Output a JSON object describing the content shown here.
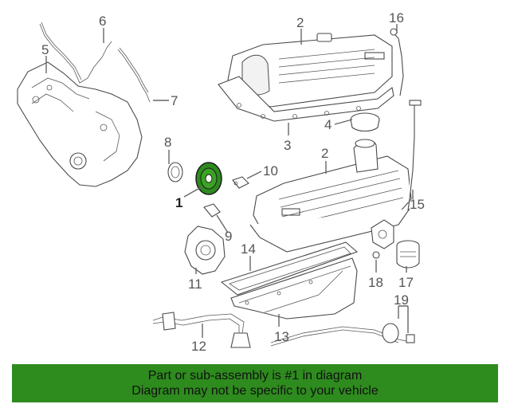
{
  "callouts": [
    {
      "id": "1",
      "label": "1"
    },
    {
      "id": "2a",
      "label": "2"
    },
    {
      "id": "2b",
      "label": "2"
    },
    {
      "id": "3",
      "label": "3"
    },
    {
      "id": "4",
      "label": "4"
    },
    {
      "id": "5",
      "label": "5"
    },
    {
      "id": "6",
      "label": "6"
    },
    {
      "id": "7",
      "label": "7"
    },
    {
      "id": "8",
      "label": "8"
    },
    {
      "id": "9",
      "label": "9"
    },
    {
      "id": "10",
      "label": "10"
    },
    {
      "id": "11",
      "label": "11"
    },
    {
      "id": "12",
      "label": "12"
    },
    {
      "id": "13",
      "label": "13"
    },
    {
      "id": "14",
      "label": "14"
    },
    {
      "id": "15",
      "label": "15"
    },
    {
      "id": "16",
      "label": "16"
    },
    {
      "id": "17",
      "label": "17"
    },
    {
      "id": "18",
      "label": "18"
    },
    {
      "id": "19",
      "label": "19"
    }
  ],
  "highlight_part": "1",
  "colors": {
    "banner_bg": "#2e8b1e",
    "highlight": "#2e8b1e",
    "callout_text": "#555555"
  },
  "banner": {
    "line1": "Part or sub-assembly is #1 in diagram",
    "line2": "Diagram may not be specific to your vehicle"
  }
}
